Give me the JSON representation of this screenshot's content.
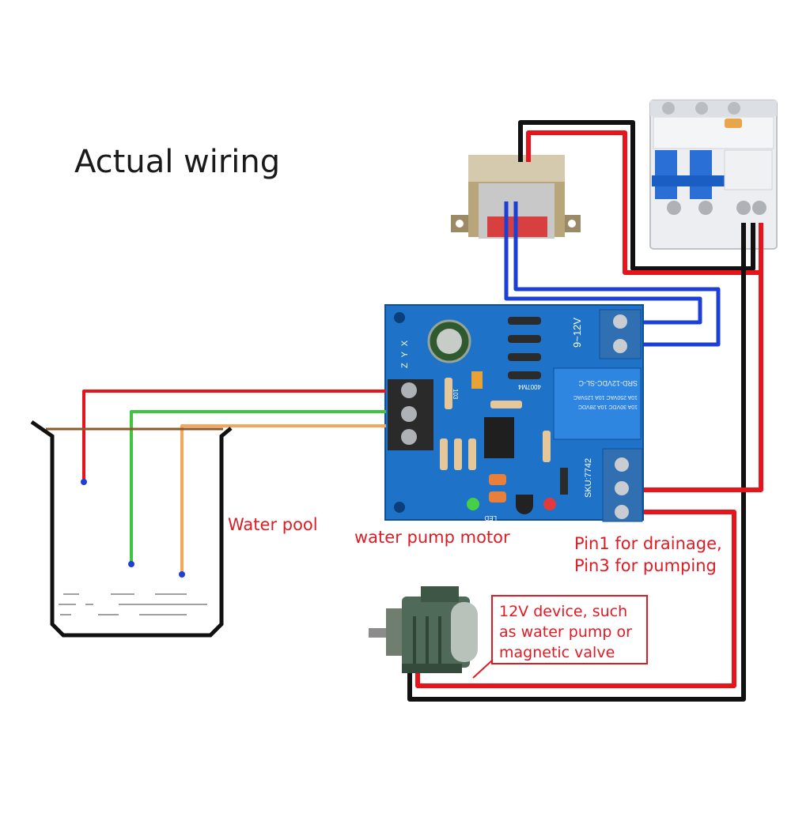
{
  "title": "Actual wiring",
  "labels": {
    "water_pool": "Water pool",
    "water_pump_motor": "water pump motor",
    "pin_note_line1": "Pin1 for drainage,",
    "pin_note_line2": "Pin3 for pumping",
    "device_line1": "12V device, such",
    "device_line2": "as water pump or",
    "device_line3": "magnetic valve"
  },
  "board_markings": {
    "power_terminal": "9~12V",
    "probe_pins": "Z Y X",
    "relay_line1": "SRD-12VDC-SL-C",
    "relay_line2": "10A 250VAC 10A 125VAC",
    "relay_line3": "10A 30VDC 10A 28VDC",
    "sku": "SKU:7742",
    "diode": "4007M4",
    "cap": "103",
    "led": "LED"
  },
  "colors": {
    "wire_red": "#e8141c",
    "wire_black": "#111111",
    "wire_blue": "#1c3fd6",
    "wire_green": "#3ec43e",
    "wire_orange": "#f5a65b",
    "wire_brown": "#8a5a2b",
    "board_blue": "#1e73c9",
    "breaker_handle": "#2a6fd6"
  }
}
